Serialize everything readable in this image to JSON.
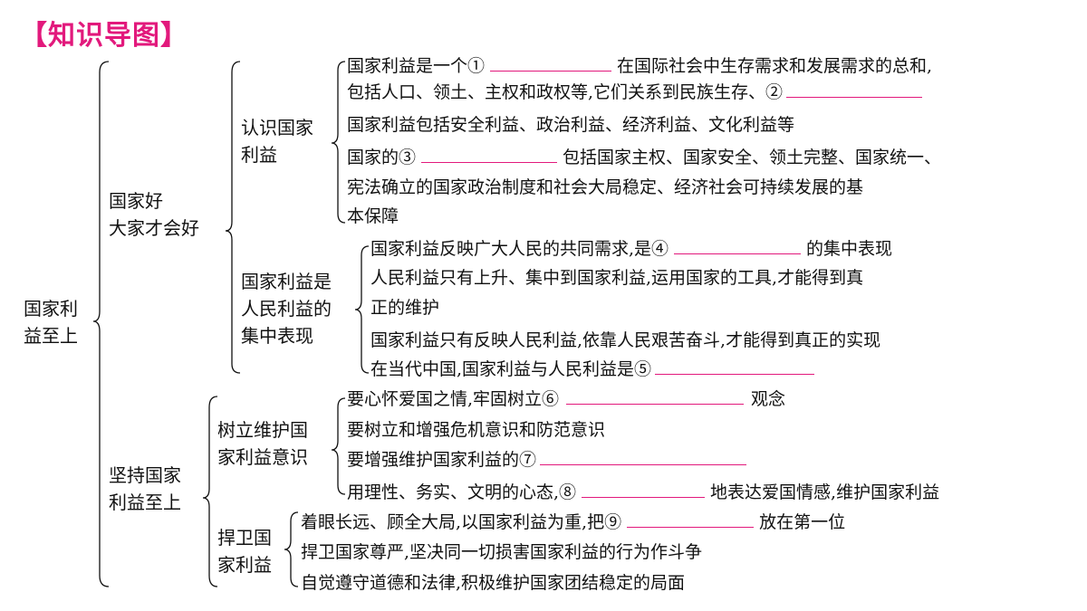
{
  "title": "【知识导图】",
  "root": [
    "国家利",
    "益至上"
  ],
  "branches": [
    {
      "label": [
        "国家好",
        "大家才会好"
      ],
      "subs": [
        {
          "label": [
            "认识国家",
            "利益"
          ],
          "lines": [
            {
              "before": "国家利益是一个①",
              "after": "在国际社会中生存需求和发展需求的总和,"
            },
            {
              "before": "包括人口、领土、主权和政权等,它们关系到民族生存、②",
              "after": ""
            },
            {
              "before": "国家利益包括安全利益、政治利益、经济利益、文化利益等",
              "after": null
            },
            {
              "before": "国家的③",
              "after": "包括国家主权、国家安全、领土完整、国家统一、"
            },
            {
              "before": "宪法确立的国家政治制度和社会大局稳定、经济社会可持续发展的基",
              "after": null
            },
            {
              "before": "本保障",
              "after": null
            }
          ]
        },
        {
          "label": [
            "国家利益是",
            "人民利益的",
            "集中表现"
          ],
          "lines": [
            {
              "before": "国家利益反映广大人民的共同需求,是④",
              "after": "的集中表现"
            },
            {
              "before": "人民利益只有上升、集中到国家利益,运用国家的工具,才能得到真",
              "after": null
            },
            {
              "before": "正的维护",
              "after": null
            },
            {
              "before": "国家利益只有反映人民利益,依靠人民艰苦奋斗,才能得到真正的实现",
              "after": null
            },
            {
              "before": "在当代中国,国家利益与人民利益是⑤",
              "after": ""
            }
          ]
        }
      ]
    },
    {
      "label": [
        "坚持国家",
        "利益至上"
      ],
      "subs": [
        {
          "label": [
            "树立维护国",
            "家利益意识"
          ],
          "lines": [
            {
              "before": "要心怀爱国之情,牢固树立⑥",
              "after": "观念"
            },
            {
              "before": "要树立和增强危机意识和防范意识",
              "after": null
            },
            {
              "before": "要增强维护国家利益的⑦",
              "after": ""
            },
            {
              "before": "用理性、务实、文明的心态,⑧",
              "after": "地表达爱国情感,维护国家利益"
            }
          ]
        },
        {
          "label": [
            "捍卫国",
            "家利益"
          ],
          "lines": [
            {
              "before": "着眼长远、顾全大局,以国家利益为重,把⑨",
              "after": "放在第一位"
            },
            {
              "before": "捍卫国家尊严,坚决同一切损害国家利益的行为作斗争",
              "after": null
            },
            {
              "before": "自觉遵守道德和法律,积极维护国家团结稳定的局面",
              "after": null
            }
          ]
        }
      ]
    }
  ]
}
